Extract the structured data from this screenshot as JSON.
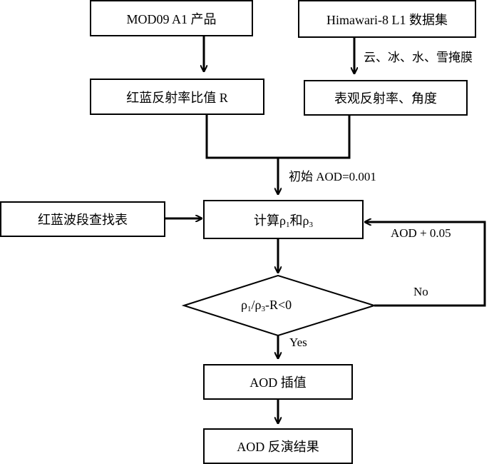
{
  "nodes": {
    "mod09": "MOD09 A1 产品",
    "himawari": "Himawari-8 L1 数据集",
    "ratio": "红蓝反射率比值 R",
    "apparent": "表观反射率、角度",
    "lut": "红蓝波段查找表",
    "compute": {
      "prefix": "计算",
      "rho": "ρ",
      "sub1": "1",
      "mid": "和",
      "sub3": "3"
    },
    "decision": {
      "rho": "ρ",
      "sub1": "1",
      "slash": "/",
      "sub3": "3",
      "suffix": "-R<0"
    },
    "interp": "AOD 插值",
    "result": "AOD 反演结果"
  },
  "labels": {
    "mask": "云、冰、水、雪掩膜",
    "init": "初始 AOD=0.001",
    "increment": "AOD + 0.05",
    "no": "No",
    "yes": "Yes"
  }
}
